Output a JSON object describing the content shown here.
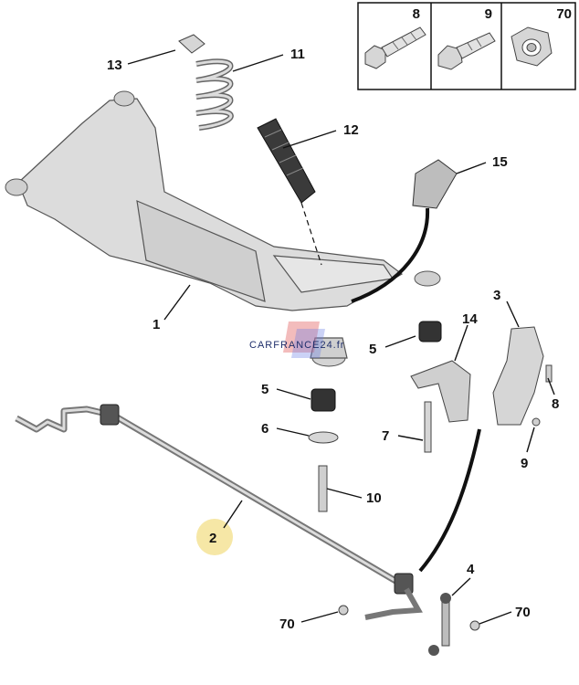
{
  "callouts": {
    "c1": "1",
    "c2": "2",
    "c3": "3",
    "c4": "4",
    "c5a": "5",
    "c5b": "5",
    "c6": "6",
    "c7": "7",
    "c8": "8",
    "c9": "9",
    "c10": "10",
    "c11": "11",
    "c12": "12",
    "c13": "13",
    "c14": "14",
    "c15": "15",
    "c70a": "70",
    "c70b": "70"
  },
  "inset": {
    "box8": "8",
    "box9": "9",
    "box70": "70"
  },
  "watermark": "CARFRANCE24.fr",
  "colors": {
    "highlight": "#f6e7a6",
    "part_fill": "#d9d9d9",
    "line": "#111111"
  }
}
